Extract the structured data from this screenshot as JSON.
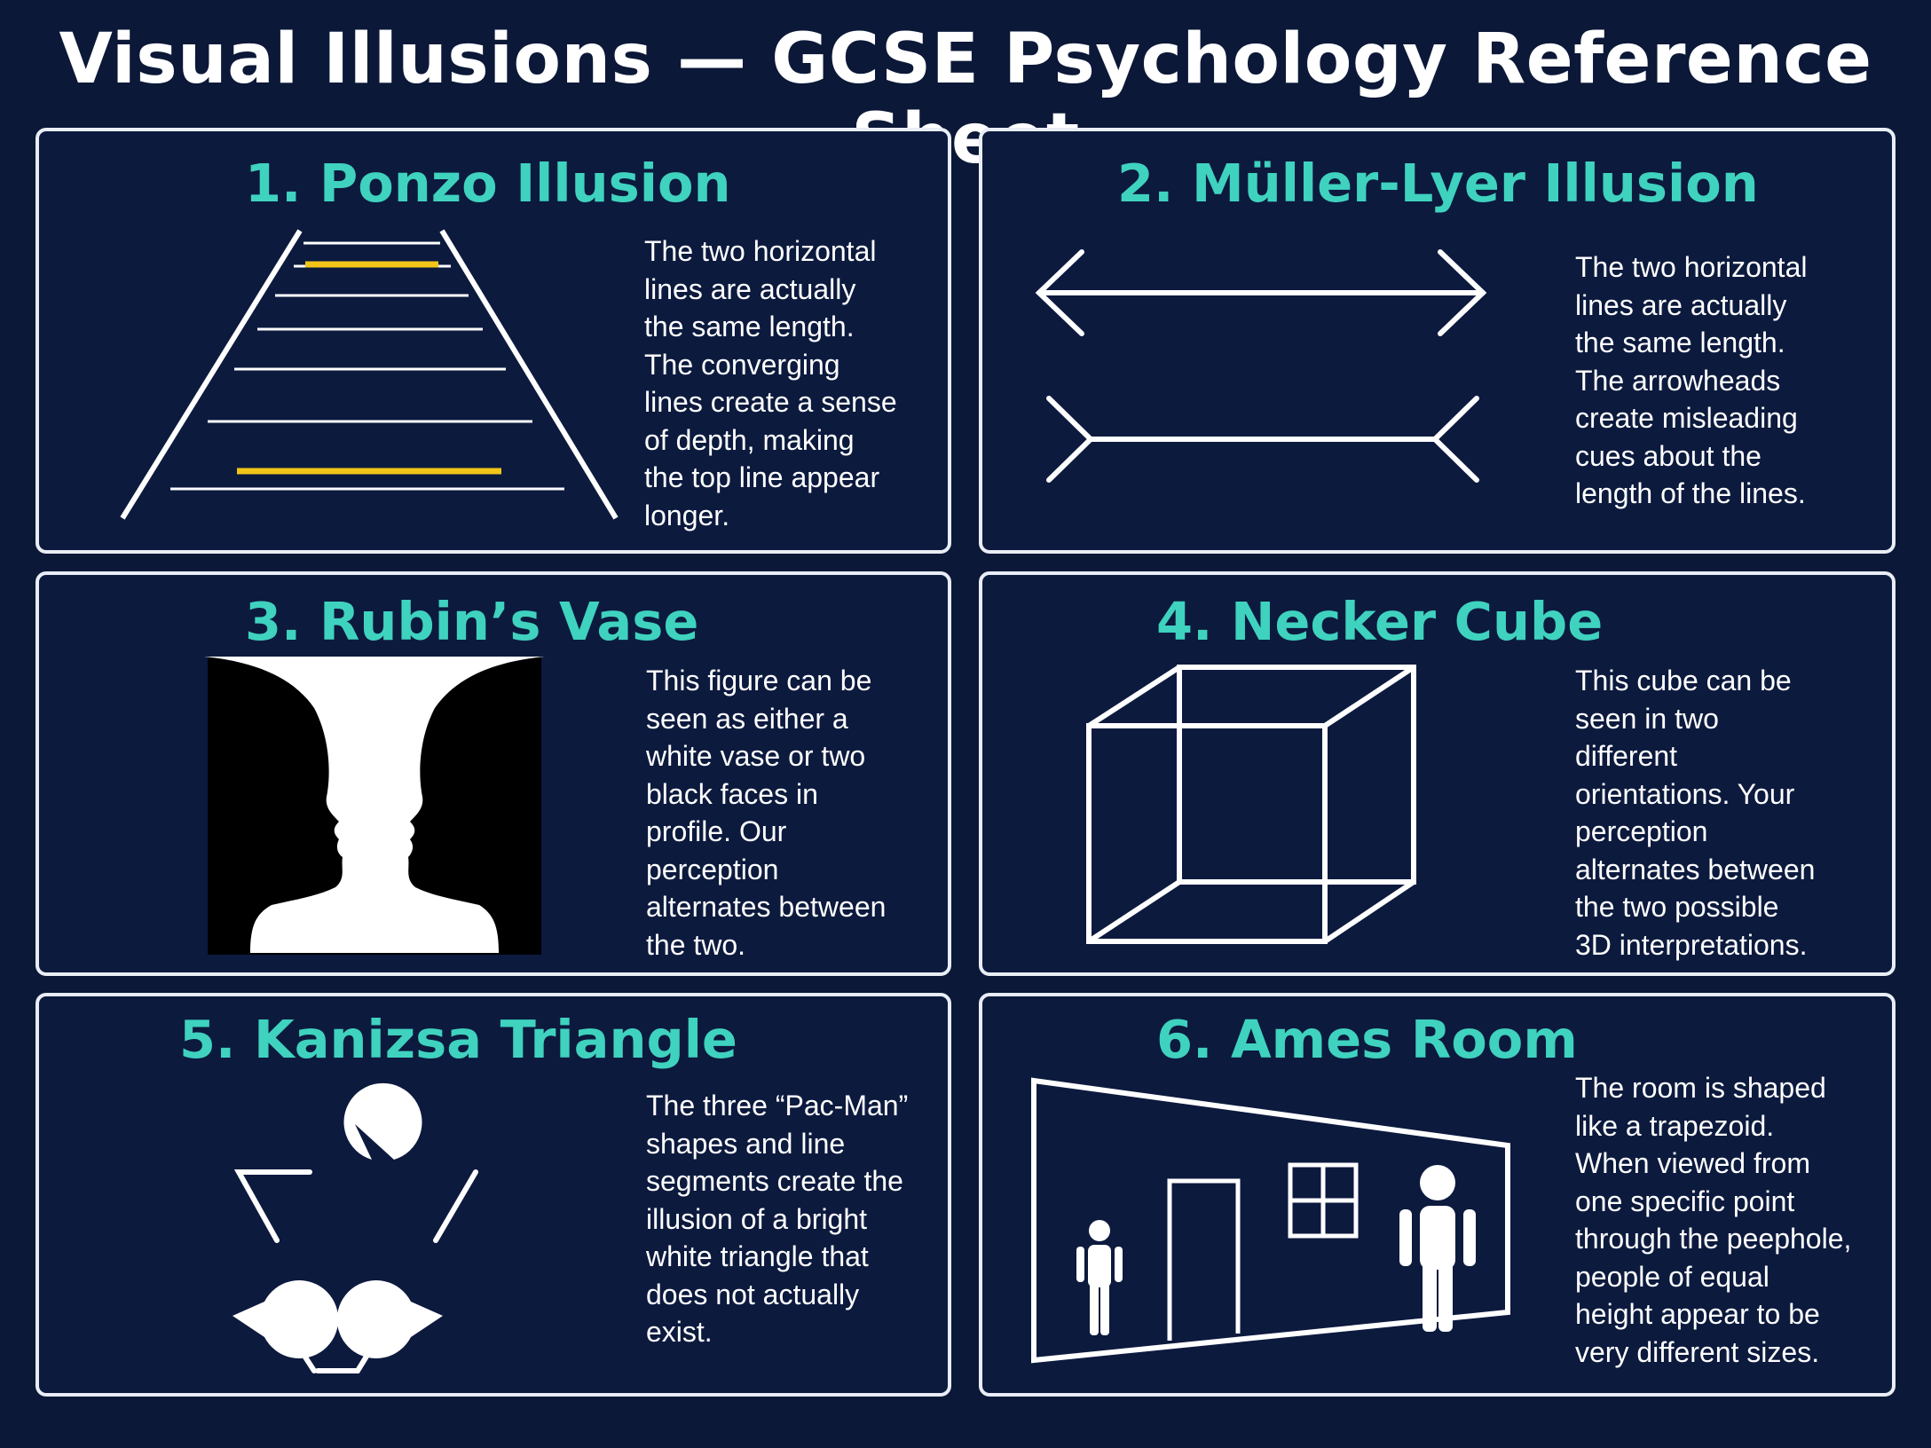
{
  "title": "Visual Illusions — GCSE Psychology Reference Sheet",
  "colors": {
    "background": "#0b1838",
    "accent": "#3fd2bf",
    "highlight": "#f2c518",
    "line": "#ffffff"
  },
  "panels": [
    {
      "title": "1. Ponzo Illusion",
      "description": "The two horizontal\nlines are actually\nthe same length.\nThe converging\nlines create a sense\nof depth, making\nthe top line appear\nlonger."
    },
    {
      "title": "2. Müller-Lyer Illusion",
      "description": "The two horizontal\nlines are actually\nthe same length.\nThe arrowheads\ncreate misleading\ncues about the\nlength of the lines."
    },
    {
      "title": "3. Rubin’s Vase",
      "description": "This figure can be\nseen as either a\nwhite vase or two\nblack faces in\nprofile. Our\nperception\nalternates between\nthe two."
    },
    {
      "title": "4. Necker Cube",
      "description": "This cube can be\nseen in two\ndifferent\norientations. Your\nperception\nalternates between\nthe two possible\n3D interpretations."
    },
    {
      "title": "5. Kanizsa Triangle",
      "description": "The three “Pac-Man”\nshapes and line\nsegments create the\nillusion of a bright\nwhite triangle that\ndoes not actually\nexist."
    },
    {
      "title": "6. Ames Room",
      "description": "The room is shaped\nlike a trapezoid.\nWhen viewed from\none specific point\nthrough the peephole,\npeople of equal\nheight appear to be\nvery different sizes."
    }
  ]
}
